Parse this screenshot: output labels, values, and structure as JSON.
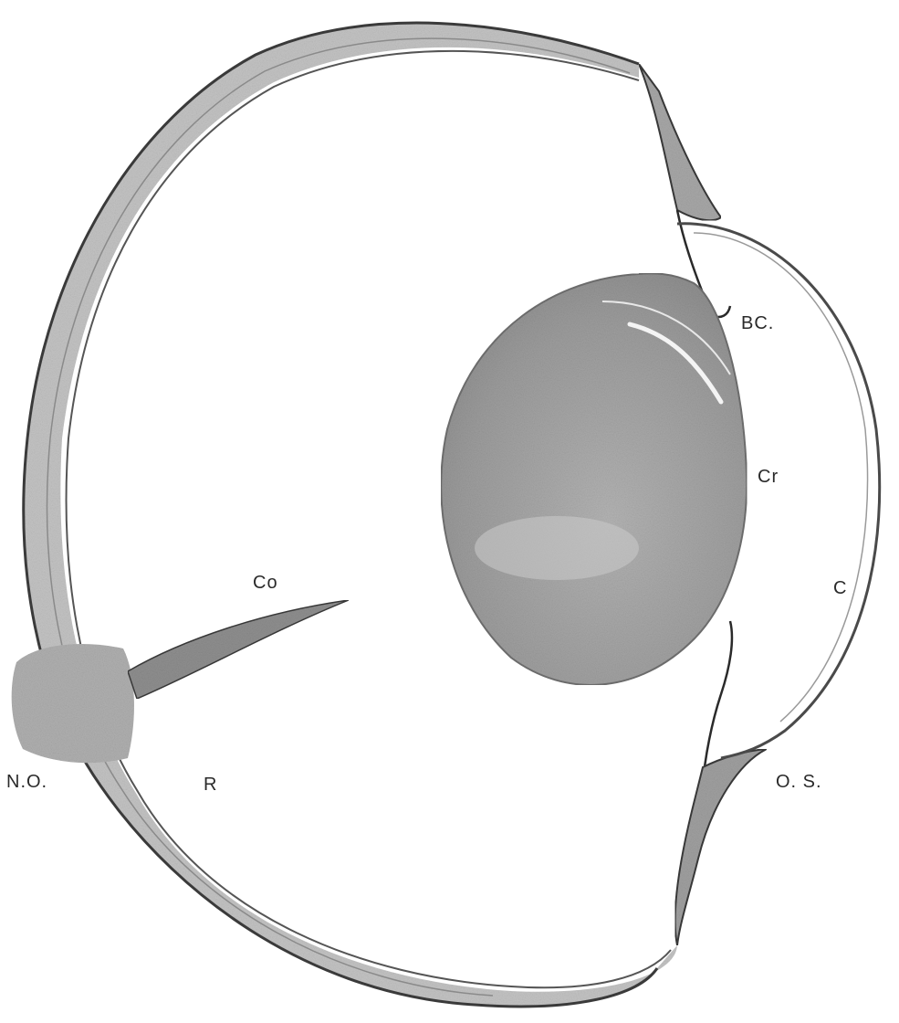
{
  "labels": {
    "bc": "BC.",
    "cr": "Cr",
    "c": "C",
    "co": "Co",
    "no": "N.O.",
    "r": "R",
    "os": "O. S."
  },
  "colors": {
    "ink": "#2a2a2a",
    "wall_fill": "#b9b9b9",
    "lens_fill": "#9a9a9a",
    "background": "#ffffff"
  }
}
